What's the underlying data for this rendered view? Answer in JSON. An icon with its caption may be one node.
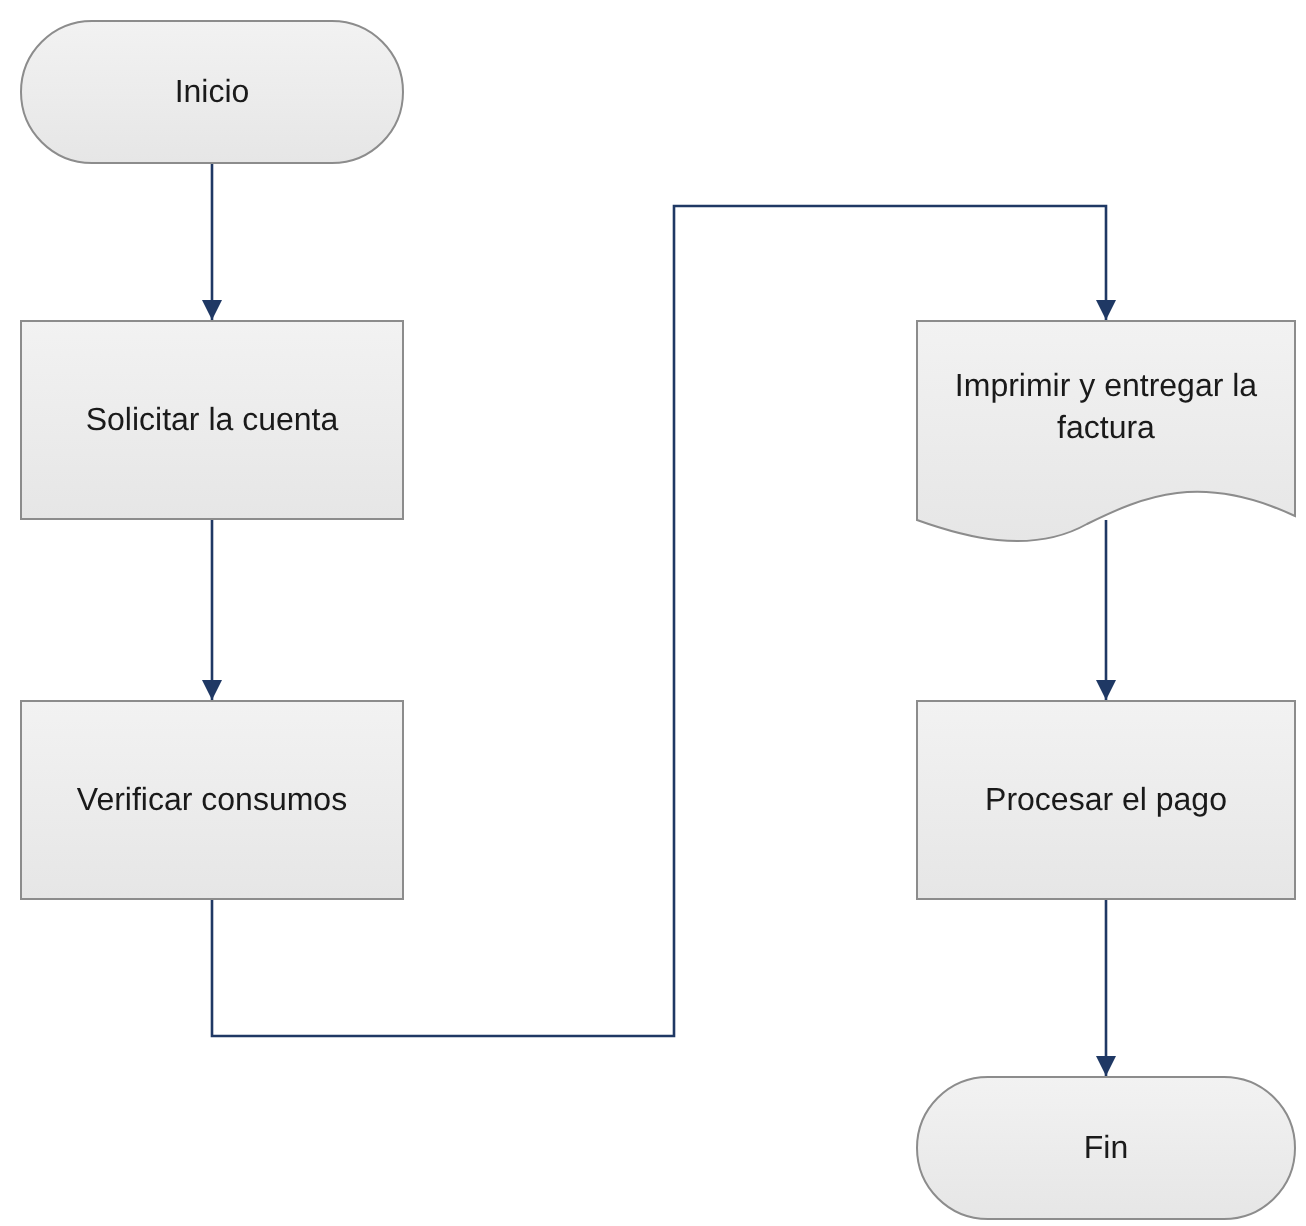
{
  "diagram": {
    "nodes": [
      {
        "text": [
          "Inicio"
        ]
      },
      {
        "text": [
          "Solicitar la cuenta"
        ]
      },
      {
        "text": [
          "Verificar consumos"
        ]
      },
      {
        "text": [
          "Imprimir y entregar la factura"
        ]
      },
      {
        "text": [
          "Procesar el pago"
        ]
      },
      {
        "text": [
          "Fin"
        ]
      }
    ],
    "edges": [
      {
        "from": 0,
        "to": 1,
        "arrow": "to"
      },
      {
        "from": 1,
        "to": 2,
        "arrow": "to"
      },
      {
        "from": 2,
        "to": 3,
        "arrow": "to"
      },
      {
        "from": 3,
        "to": 4,
        "arrow": "to"
      },
      {
        "from": 4,
        "to": 5,
        "arrow": "to"
      }
    ]
  }
}
